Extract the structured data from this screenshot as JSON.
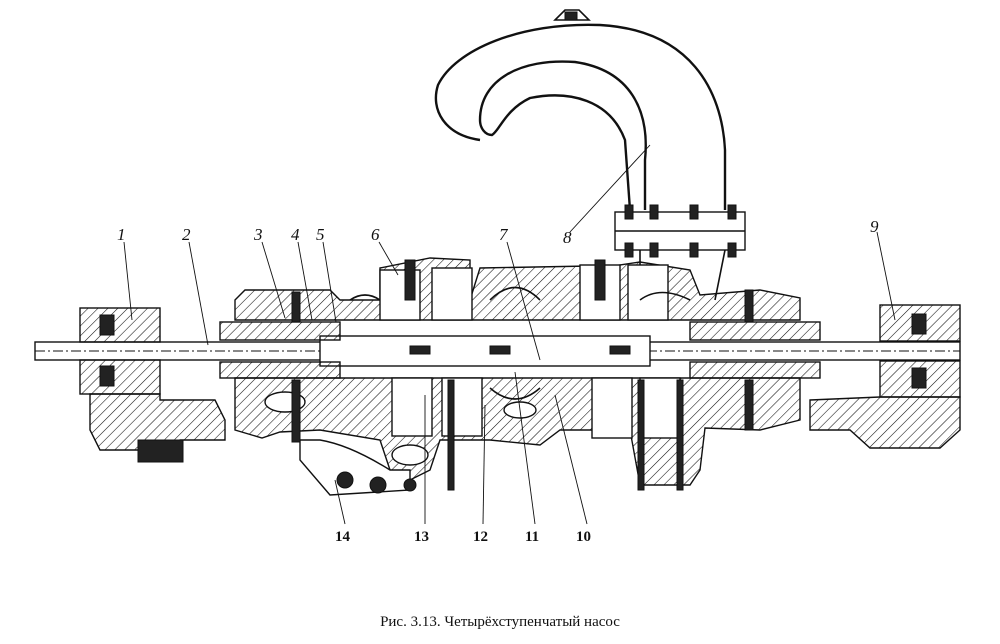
{
  "caption": "Рис. 3.13. Четырёхступенчатый насос",
  "labels": {
    "l1": "1",
    "l2": "2",
    "l3": "3",
    "l4": "4",
    "l5": "5",
    "l6": "6",
    "l7": "7",
    "l8": "8",
    "l9": "9",
    "l10": "10",
    "l11": "11",
    "l12": "12",
    "l13": "13",
    "l14": "14"
  }
}
